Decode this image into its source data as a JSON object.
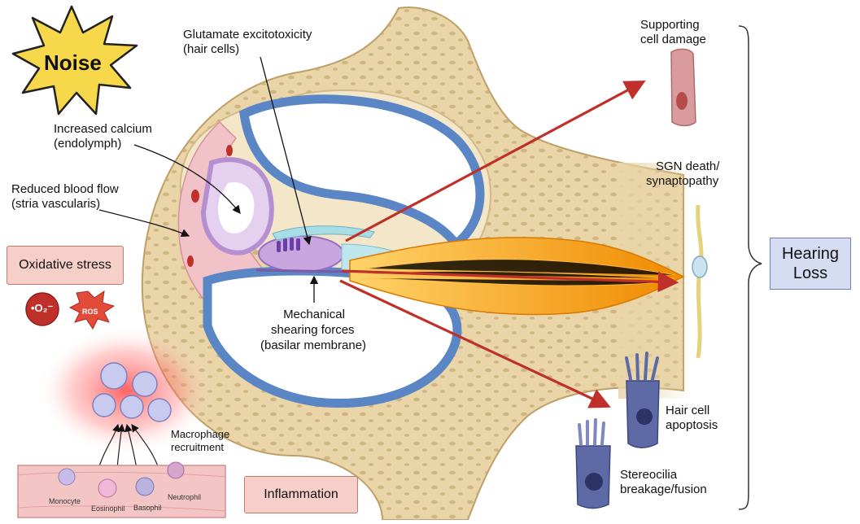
{
  "noise": "Noise",
  "labels": {
    "glutamate_1": "Glutamate excitotoxicity",
    "glutamate_2": "(hair cells)",
    "calcium_1": "Increased calcium",
    "calcium_2": "(endolymph)",
    "blood_1": "Reduced blood flow",
    "blood_2": "(stria vascularis)",
    "oxidative": "Oxidative stress",
    "o2": "•O₂⁻",
    "ros": "ROS",
    "mech_1": "Mechanical",
    "mech_2": "shearing forces",
    "mech_3": "(basilar membrane)",
    "macro_1": "Macrophage",
    "macro_2": "recruitment",
    "inflammation": "Inflammation",
    "cells": [
      "Monocyte",
      "Eosinophil",
      "Basophil",
      "Neutrophil"
    ]
  },
  "outcomes": {
    "support_1": "Supporting",
    "support_2": "cell damage",
    "sgn_1": "SGN death/",
    "sgn_2": "synaptopathy",
    "hair_1": "Hair cell",
    "hair_2": "apoptosis",
    "stereo_1": "Stereocilia",
    "stereo_2": "breakage/fusion"
  },
  "result_1": "Hearing",
  "result_2": "Loss",
  "colors": {
    "bone": "#e9d5a8",
    "bone_dots": "#c9ad76",
    "duct_blue": "#5b86c6",
    "stria_pink": "#f1c2c8",
    "organ_purple": "#b58fd0",
    "nerve_orange": "#f59a12",
    "arrow_red": "#c0302a",
    "label_box": "#f6cfc9",
    "result_box": "#d6dcf1"
  }
}
